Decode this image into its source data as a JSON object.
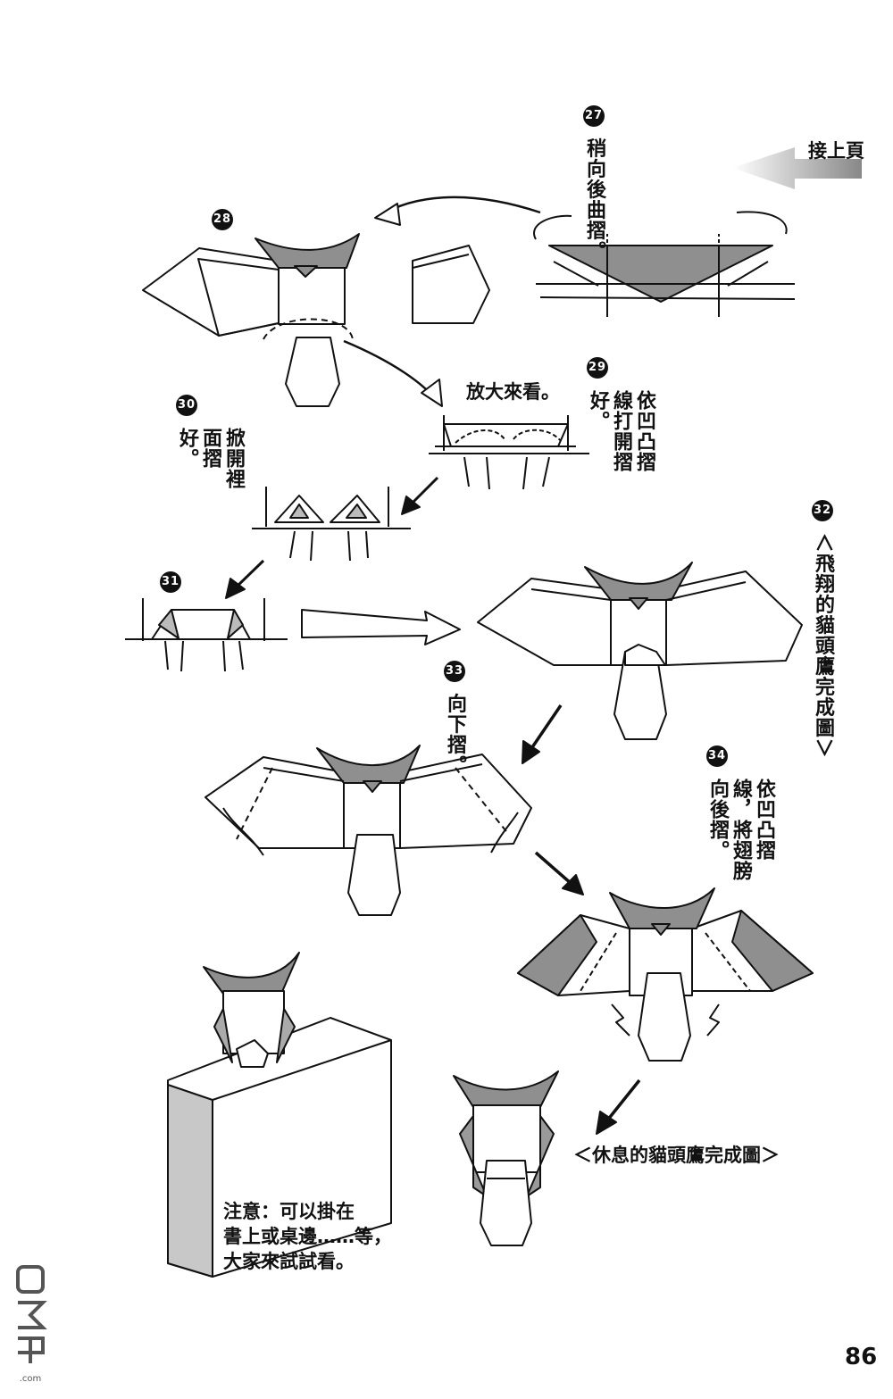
{
  "continued": "接上頁",
  "steps": [
    {
      "num": "27",
      "text": "稍向後曲摺。"
    },
    {
      "num": "28",
      "text": ""
    },
    {
      "num": "29",
      "text": "依凹凸摺線打開摺好。"
    },
    {
      "num": "30",
      "text": "掀開裡面摺好。"
    },
    {
      "num": "31",
      "text": ""
    },
    {
      "num": "32",
      "text": "＜飛翔的貓頭鷹完成圖＞"
    },
    {
      "num": "33",
      "text": "向下摺。"
    },
    {
      "num": "34",
      "text": "依凹凸摺線，將翅膀向後摺。"
    }
  ],
  "zoom_note": "放大來看。",
  "rest_caption": "＜休息的貓頭鷹完成圖＞",
  "note_lines": [
    "注意：可以掛在",
    "書上或桌邊……等，",
    "大家來試試看。"
  ],
  "page_number": "86",
  "colors": {
    "fold_fill": "#8f8f8f",
    "line": "#111111",
    "paper": "#ffffff"
  }
}
